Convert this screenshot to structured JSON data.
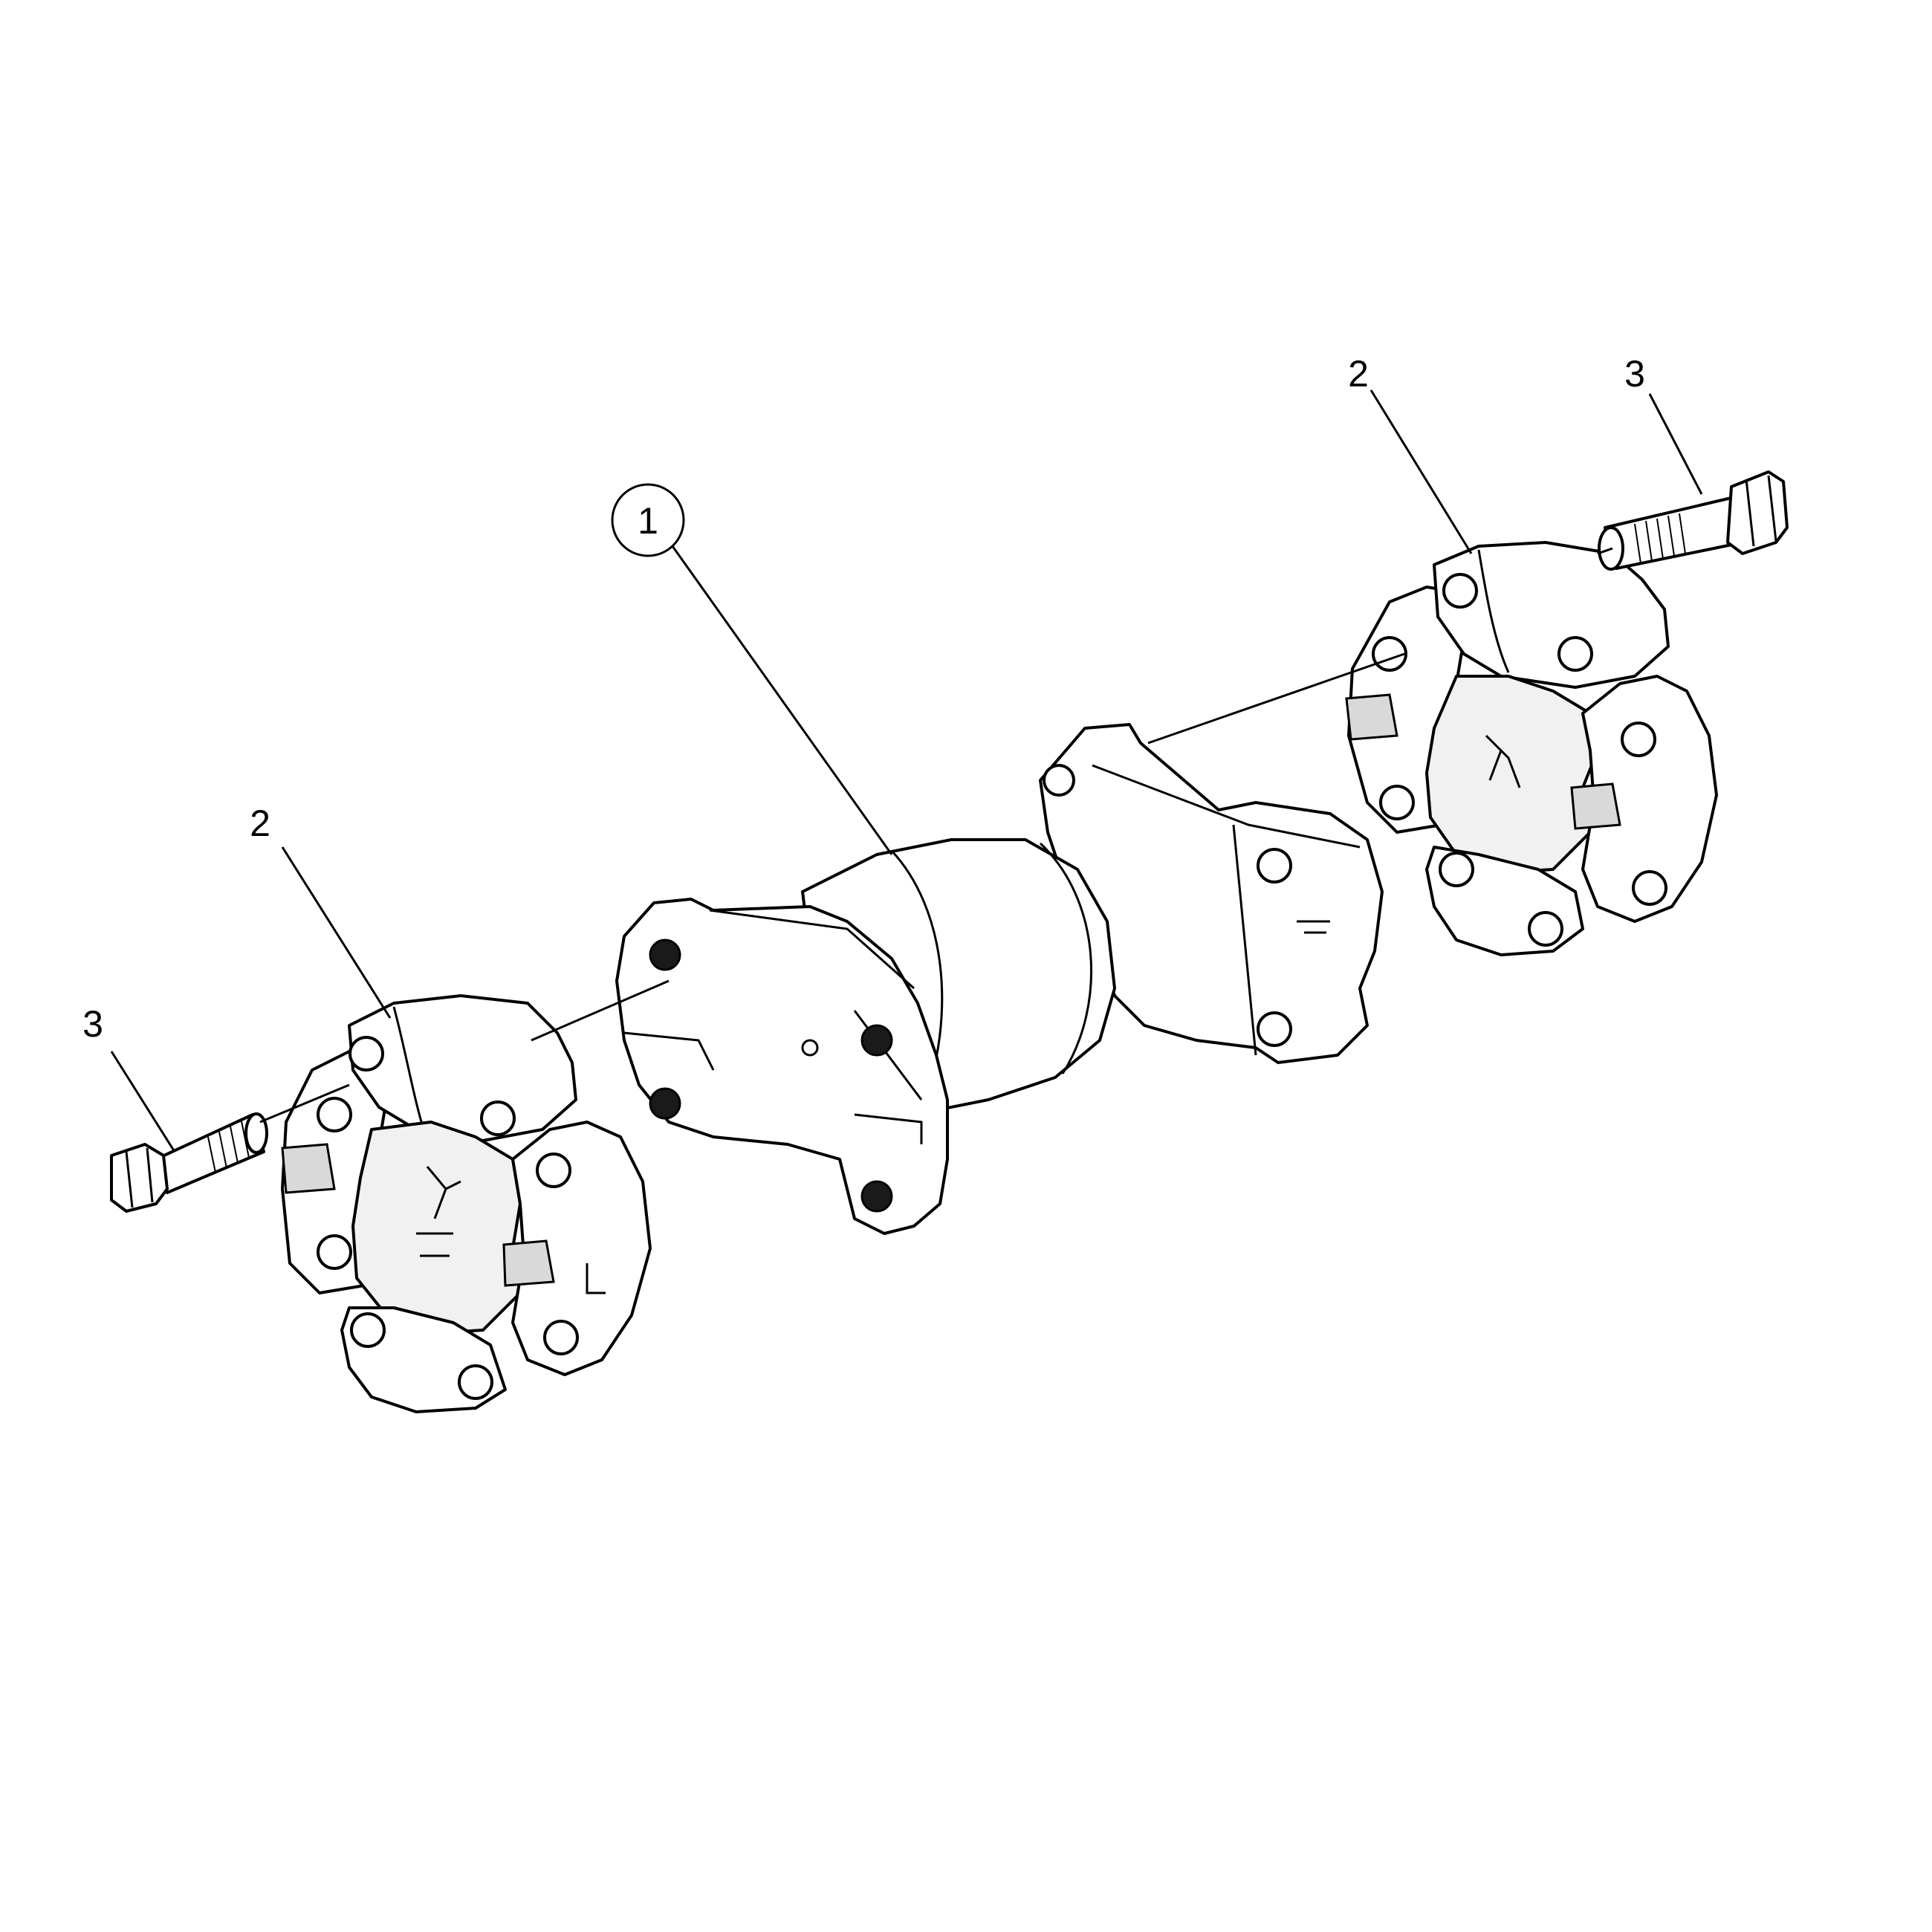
{
  "callouts": {
    "shaft": "1",
    "cross_right": "2",
    "bolt_right": "3",
    "cross_left": "2",
    "bolt_left": "3"
  },
  "colors": {
    "line": "#000000",
    "part_fill": "#ffffff",
    "shade": "#d9d9d9"
  }
}
